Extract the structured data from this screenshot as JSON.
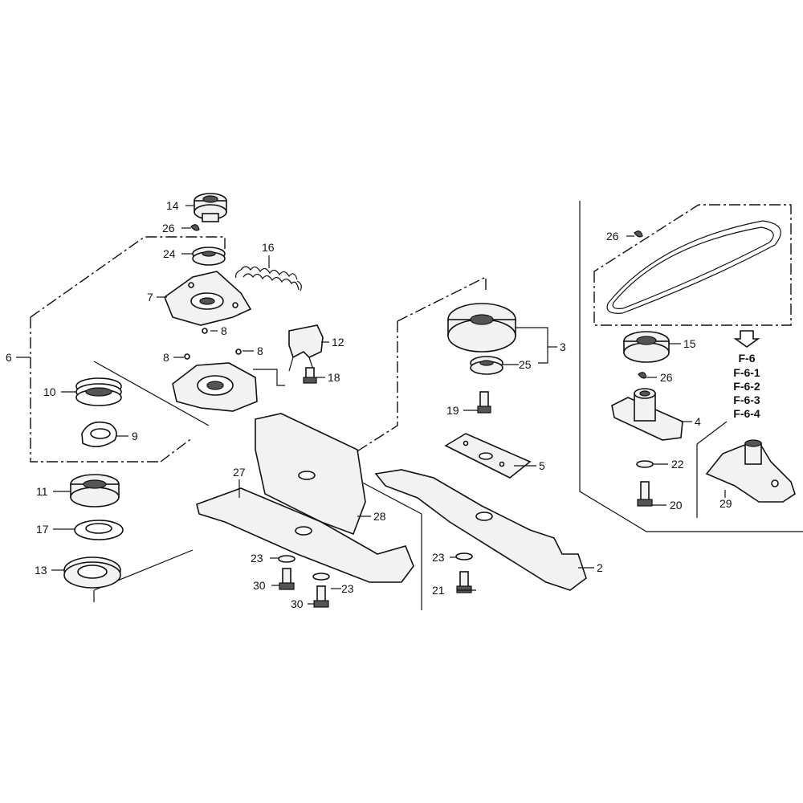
{
  "callouts": {
    "c2": "2",
    "c3": "3",
    "c4": "4",
    "c5": "5",
    "c6": "6",
    "c7": "7",
    "c8a": "8",
    "c8b": "8",
    "c8c": "8",
    "c9": "9",
    "c10": "10",
    "c11": "11",
    "c12": "12",
    "c13": "13",
    "c14": "14",
    "c15": "15",
    "c16": "16",
    "c17": "17",
    "c18": "18",
    "c19": "19",
    "c20": "20",
    "c21": "21",
    "c22": "22",
    "c23a": "23",
    "c23b": "23",
    "c23c": "23",
    "c24": "24",
    "c25": "25",
    "c26a": "26",
    "c26b": "26",
    "c26c": "26",
    "c27": "27",
    "c28": "28",
    "c29": "29",
    "c30a": "30",
    "c30b": "30"
  },
  "references": [
    "F-6",
    "F-6-1",
    "F-6-2",
    "F-6-3",
    "F-6-4"
  ]
}
